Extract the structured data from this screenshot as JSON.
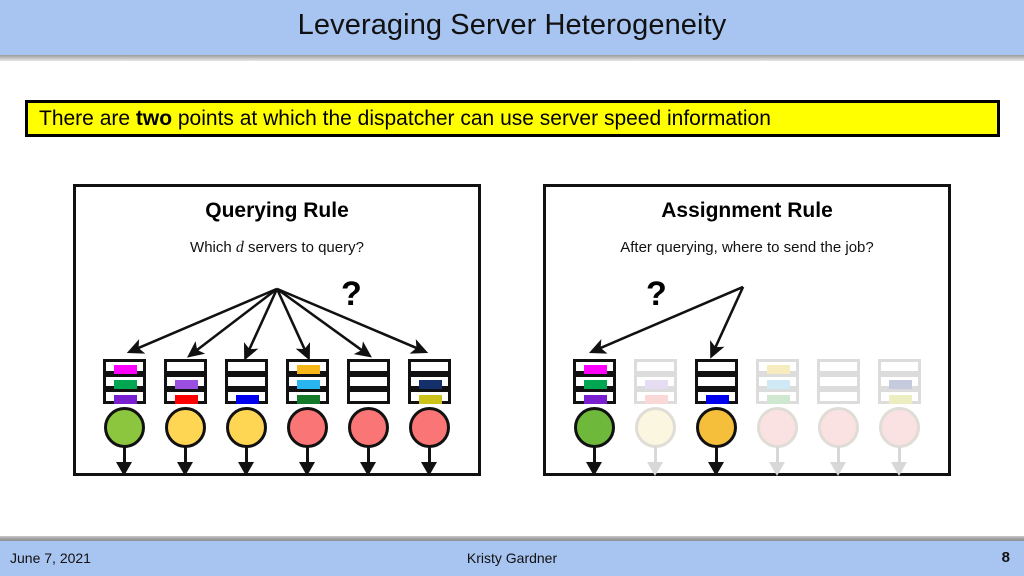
{
  "header": {
    "title": "Leveraging Server Heterogeneity",
    "bar_color": "#a8c4f0"
  },
  "banner": {
    "text_before": "There are ",
    "emphasis": "two",
    "text_after": " points at which the dispatcher can use server speed information",
    "bg_color": "#ffff00",
    "border_color": "#000000"
  },
  "panels": [
    {
      "id": "querying-rule",
      "title": "Querying Rule",
      "subtitle_before": "Which ",
      "subtitle_var": "d",
      "subtitle_after": " servers to query?",
      "question_mark": "?",
      "dispatcher_arrow_count": 6,
      "queues": [
        {
          "index": 1,
          "faded": false,
          "server_color": "#8cc63e",
          "slots": [
            "#ff00ff",
            "#00a651",
            "#7a1fd0"
          ]
        },
        {
          "index": 2,
          "faded": false,
          "server_color": "#ffd654",
          "slots": [
            null,
            "#9b4fe0",
            "#ff0000"
          ]
        },
        {
          "index": 3,
          "faded": false,
          "server_color": "#ffd654",
          "slots": [
            null,
            null,
            "#0000f0"
          ]
        },
        {
          "index": 4,
          "faded": false,
          "server_color": "#fa7575",
          "slots": [
            "#f7b718",
            "#29b6f0",
            "#137a2a"
          ]
        },
        {
          "index": 5,
          "faded": false,
          "server_color": "#fa7575",
          "slots": [
            null,
            null,
            null
          ]
        },
        {
          "index": 6,
          "faded": false,
          "server_color": "#fa7575",
          "slots": [
            null,
            "#13306b",
            "#cdc21a"
          ]
        }
      ]
    },
    {
      "id": "assignment-rule",
      "title": "Assignment Rule",
      "subtitle_before": "After querying, where to send the job?",
      "subtitle_var": "",
      "subtitle_after": "",
      "question_mark": "?",
      "dispatcher_arrow_count": 2,
      "queues": [
        {
          "index": 1,
          "faded": false,
          "server_color": "#6eb83c",
          "slots": [
            "#ff00ff",
            "#00a651",
            "#7a1fd0"
          ]
        },
        {
          "index": 2,
          "faded": true,
          "server_color": "#faf6e0",
          "slots": [
            null,
            "#e6ddf5",
            "#fbd8d8"
          ]
        },
        {
          "index": 3,
          "faded": false,
          "server_color": "#f5bf3c",
          "slots": [
            null,
            null,
            "#0000f0"
          ]
        },
        {
          "index": 4,
          "faded": true,
          "server_color": "#fae2e2",
          "slots": [
            "#f7ecc0",
            "#cfeaf5",
            "#cfe8cf"
          ]
        },
        {
          "index": 5,
          "faded": true,
          "server_color": "#fae2e2",
          "slots": [
            null,
            null,
            null
          ]
        },
        {
          "index": 6,
          "faded": true,
          "server_color": "#fae2e2",
          "slots": [
            null,
            "#c6cadd",
            "#ecedc0"
          ]
        }
      ]
    }
  ],
  "footer": {
    "date": "June 7, 2021",
    "author": "Kristy Gardner",
    "page_number": "8",
    "bar_color": "#a8c4f0"
  }
}
